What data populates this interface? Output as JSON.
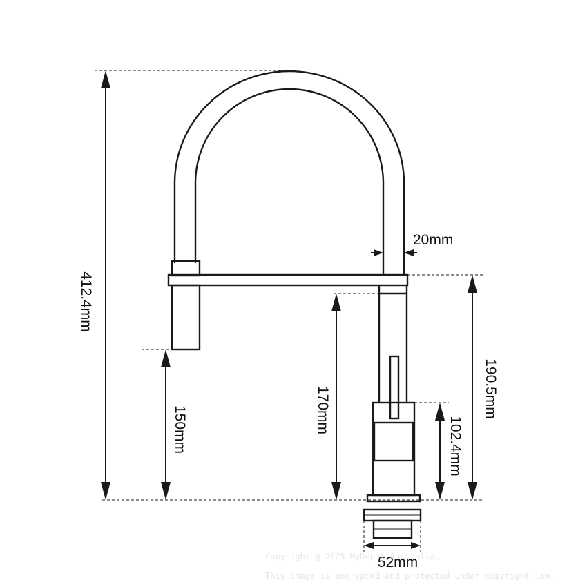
{
  "dimensions": {
    "total_height": "412.4mm",
    "outlet_height": "150mm",
    "spout_clearance": "170mm",
    "spout_height": "190.5mm",
    "body_height": "102.4mm",
    "pipe_diameter": "20mm",
    "base_diameter": "52mm"
  },
  "watermark": {
    "line1": "Copyright @ 2025 MyDepot Australia.",
    "line2": "This image is encrypted and protected under copyright law."
  }
}
